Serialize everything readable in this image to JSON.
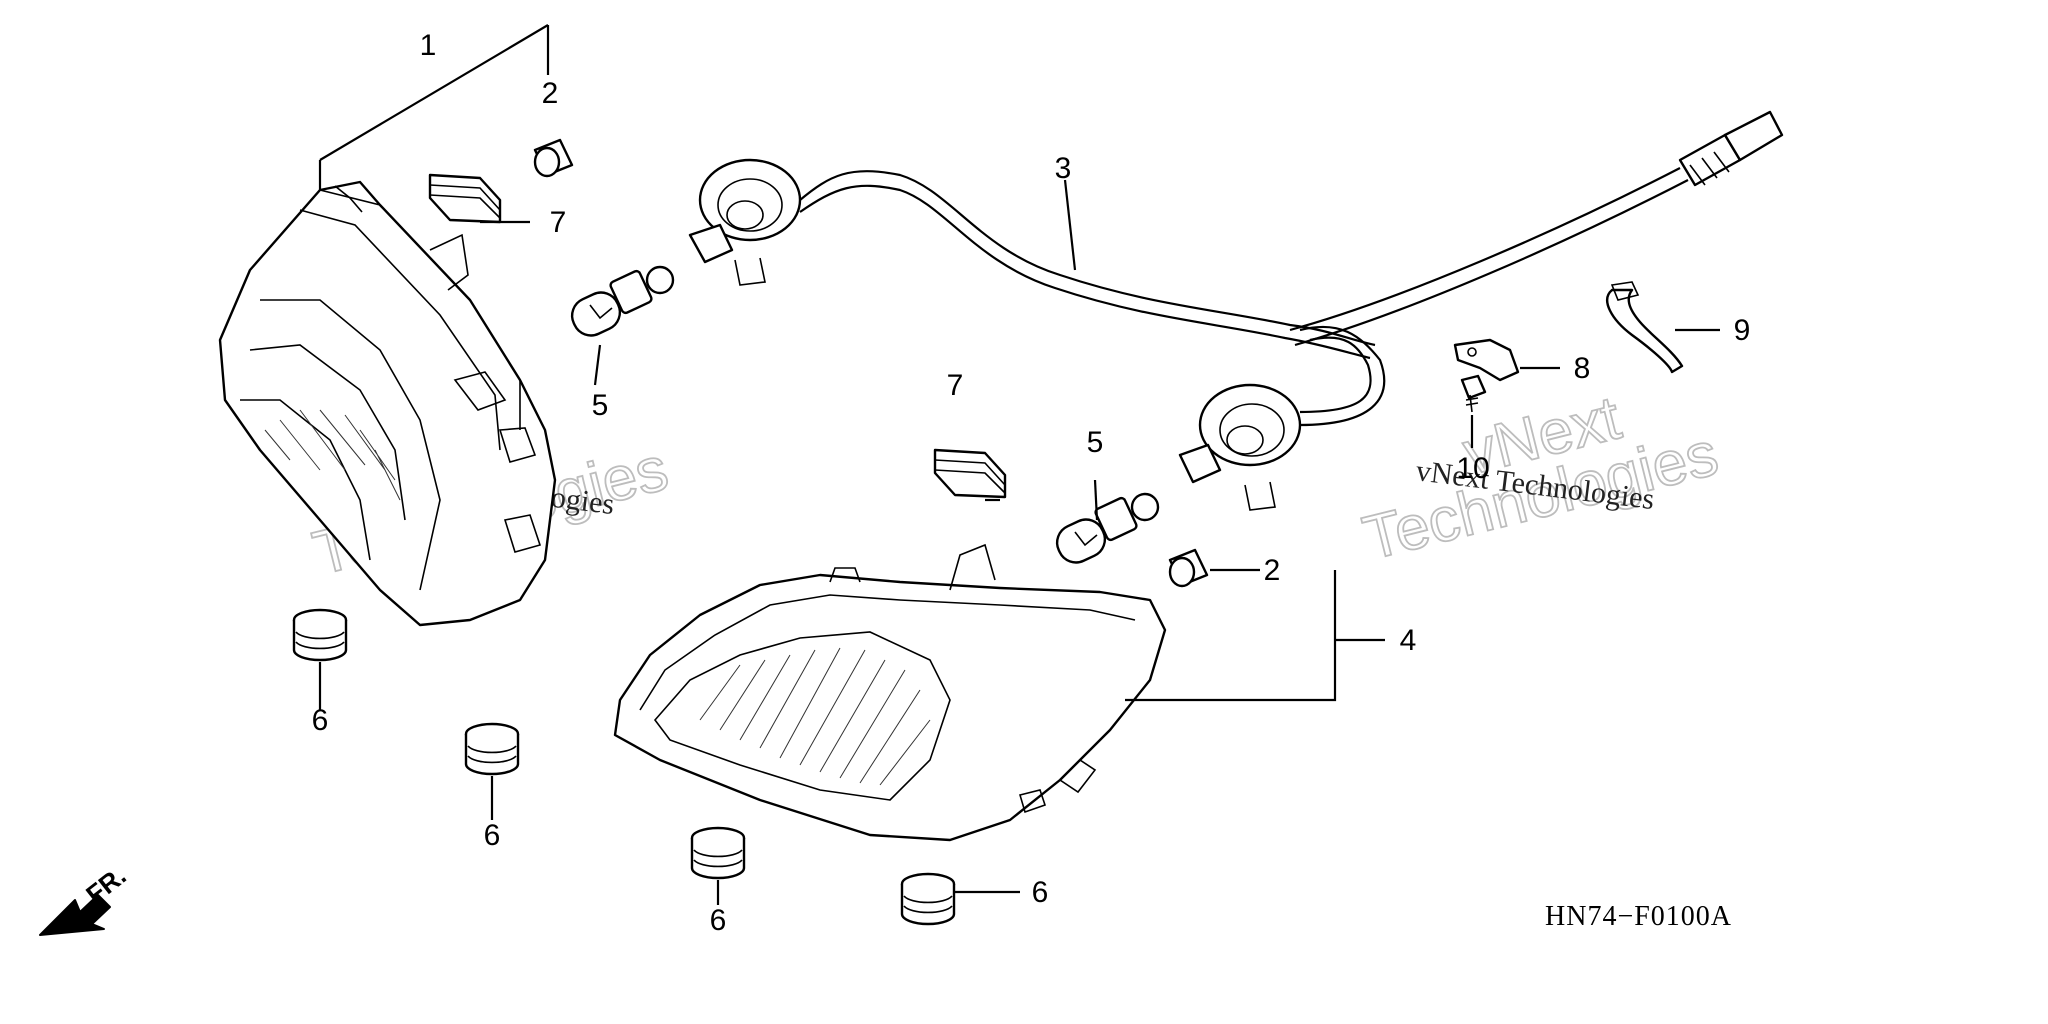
{
  "callouts": {
    "c1": "1",
    "c2a": "2",
    "c2b": "2",
    "c3": "3",
    "c4": "4",
    "c5a": "5",
    "c5b": "5",
    "c6a": "6",
    "c6b": "6",
    "c6c": "6",
    "c6d": "6",
    "c7a": "7",
    "c7b": "7",
    "c8": "8",
    "c9": "9",
    "c10": "10"
  },
  "direction_label": "FR.",
  "diagram_code": "HN74−F0100A",
  "watermarks": {
    "small": "vNext Technologies",
    "big_line1": "vNext",
    "big_line2": "Technologies"
  }
}
